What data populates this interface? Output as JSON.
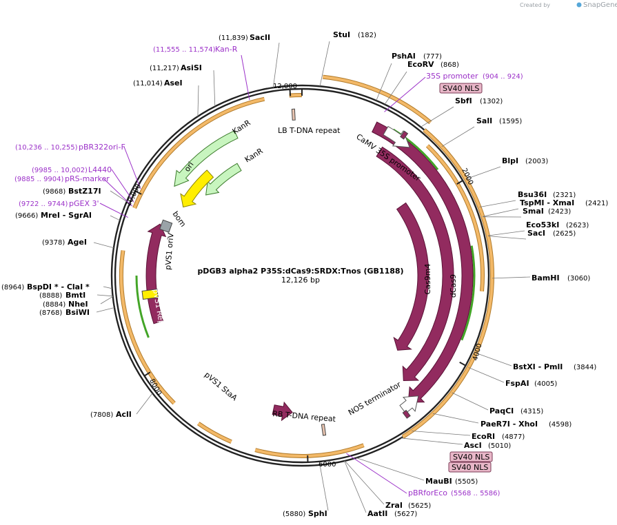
{
  "watermark": {
    "created_by": "Created by",
    "brand": "SnapGene"
  },
  "plasmid": {
    "name": "pDGB3 alpha2 P35S:dCas9:SRDX:Tnos (GB1188)",
    "size": "12,126 bp"
  },
  "ticks": [
    "2000",
    "4000",
    "6000",
    "8000",
    "10,000",
    "12,000"
  ],
  "sites": [
    {
      "name": "StuI",
      "pos": "(182)"
    },
    {
      "name": "PshAI",
      "pos": "(777)"
    },
    {
      "name": "EcoRV",
      "pos": "(868)"
    },
    {
      "name": "SbfI",
      "pos": "(1302)"
    },
    {
      "name": "SalI",
      "pos": "(1595)"
    },
    {
      "name": "BlpI",
      "pos": "(2003)"
    },
    {
      "name": "Bsu36I",
      "pos": "(2321)"
    },
    {
      "name": "TspMI - XmaI",
      "pos": "(2421)"
    },
    {
      "name": "SmaI",
      "pos": "(2423)"
    },
    {
      "name": "Eco53kI",
      "pos": "(2623)"
    },
    {
      "name": "SacI",
      "pos": "(2625)"
    },
    {
      "name": "BamHI",
      "pos": "(3060)"
    },
    {
      "name": "BstXI - PmlI",
      "pos": "(3844)"
    },
    {
      "name": "FspAI",
      "pos": "(4005)"
    },
    {
      "name": "PaqCI",
      "pos": "(4315)"
    },
    {
      "name": "PaeR7I - XhoI",
      "pos": "(4598)"
    },
    {
      "name": "EcoRI",
      "pos": "(4877)"
    },
    {
      "name": "AscI",
      "pos": "(5010)"
    },
    {
      "name": "MauBI",
      "pos": "(5505)"
    },
    {
      "name": "ZraI",
      "pos": "(5625)"
    },
    {
      "name": "AatII",
      "pos": "(5627)"
    },
    {
      "name": "SphI",
      "pos": "(5880)"
    },
    {
      "name": "AclI",
      "pos": "(7808)"
    },
    {
      "name": "BsiWI",
      "pos": "(8768)"
    },
    {
      "name": "NheI",
      "pos": "(8884)"
    },
    {
      "name": "BmtI",
      "pos": "(8888)"
    },
    {
      "name": "BspDI * - ClaI *",
      "pos": "(8964)"
    },
    {
      "name": "AgeI",
      "pos": "(9378)"
    },
    {
      "name": "MreI - SgrAI",
      "pos": "(9666)"
    },
    {
      "name": "BstZ17I",
      "pos": "(9868)"
    },
    {
      "name": "AseI",
      "pos": "(11,014)"
    },
    {
      "name": "AsiSI",
      "pos": "(11,217)"
    },
    {
      "name": "SacII",
      "pos": "(11,839)"
    }
  ],
  "primers": [
    {
      "name": "35S promoter",
      "pos": "(904 .. 924)"
    },
    {
      "name": "pBRforEco",
      "pos": "(5568 .. 5586)"
    },
    {
      "name": "pGEX 3'",
      "pos": "(9722 .. 9744)"
    },
    {
      "name": "pRS-marker",
      "pos": "(9885 .. 9904)"
    },
    {
      "name": "L4440",
      "pos": "(9985 .. 10,002)"
    },
    {
      "name": "pBR322ori-F",
      "pos": "(10,236 .. 10,255)"
    },
    {
      "name": "Kan-R",
      "pos": "(11,555 .. 11,574)"
    }
  ],
  "nls_labels": [
    "SV40 NLS",
    "SV40 NLS",
    "SV40 NLS"
  ],
  "features": {
    "cas9": "Cas9",
    "cas9m4": "Cas9m4",
    "dcas9": "dCas9",
    "camv": "CaMV 35S promoter",
    "nos": "NOS terminator",
    "lb": "LB T-DNA repeat",
    "rb": "RB T-DNA repeat",
    "kanr1": "KanR",
    "kanr2": "KanR",
    "ori": "ori",
    "bom": "bom",
    "pvs1_oriv": "pVS1 oriV",
    "pvs1_repa": "pVS1 RepA",
    "pvs1_staa": "pVS1 StaA"
  },
  "colors": {
    "cas9": "#922b5f",
    "orange": "#f3b968",
    "green": "#43a527",
    "kanr": "#c8f5bf",
    "ori": "#ffee00",
    "bom": "#9aa3a8",
    "oriv": "#ffee00",
    "tdna": "#e8c4b0",
    "primer": "#9b30c8"
  }
}
